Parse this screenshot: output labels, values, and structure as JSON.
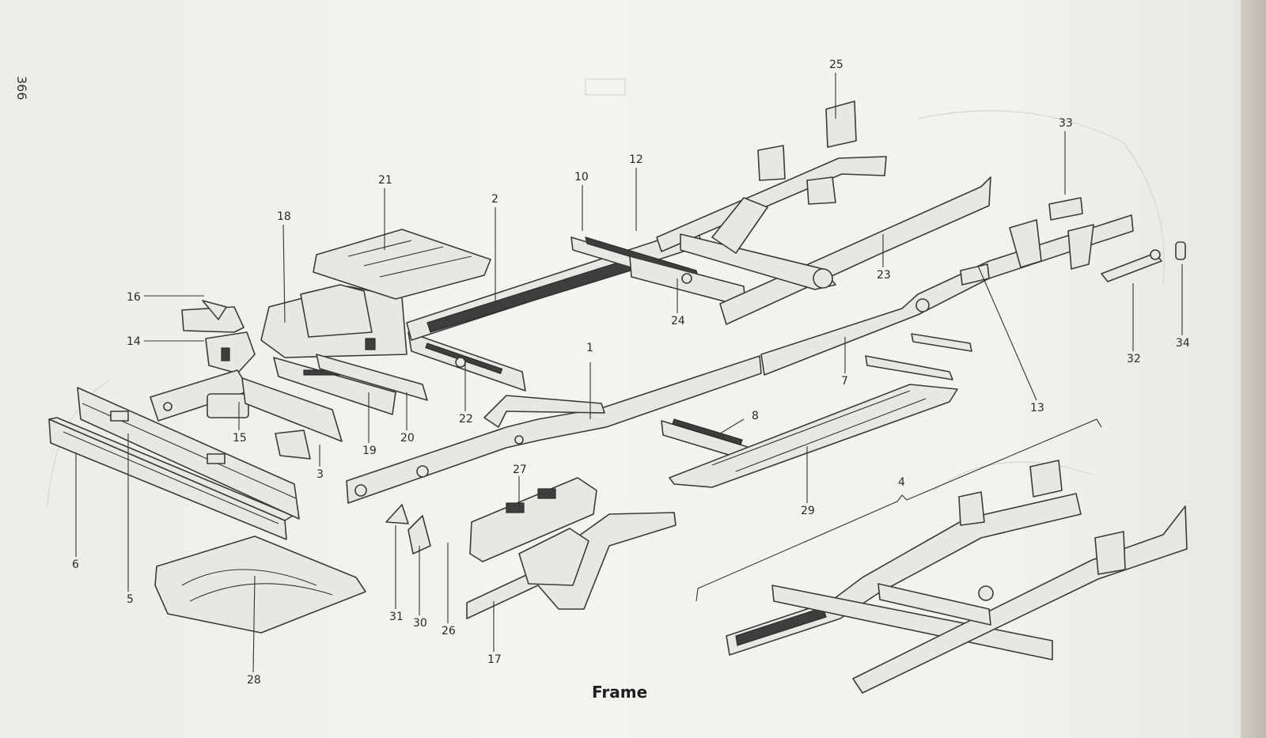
{
  "page_number": "366",
  "caption": "Frame",
  "callouts": [
    {
      "label": "1"
    },
    {
      "label": "2"
    },
    {
      "label": "3"
    },
    {
      "label": "4"
    },
    {
      "label": "5"
    },
    {
      "label": "6"
    },
    {
      "label": "7"
    },
    {
      "label": "8"
    },
    {
      "label": "10"
    },
    {
      "label": "12"
    },
    {
      "label": "13"
    },
    {
      "label": "14"
    },
    {
      "label": "15"
    },
    {
      "label": "16"
    },
    {
      "label": "17"
    },
    {
      "label": "18"
    },
    {
      "label": "19"
    },
    {
      "label": "20"
    },
    {
      "label": "21"
    },
    {
      "label": "22"
    },
    {
      "label": "23"
    },
    {
      "label": "24"
    },
    {
      "label": "25"
    },
    {
      "label": "26"
    },
    {
      "label": "27"
    },
    {
      "label": "28"
    },
    {
      "label": "29"
    },
    {
      "label": "30"
    },
    {
      "label": "31"
    },
    {
      "label": "32"
    },
    {
      "label": "33"
    },
    {
      "label": "34"
    }
  ],
  "colors": {
    "ink": "#3a3a3a",
    "paper": "#f3f2ee"
  }
}
